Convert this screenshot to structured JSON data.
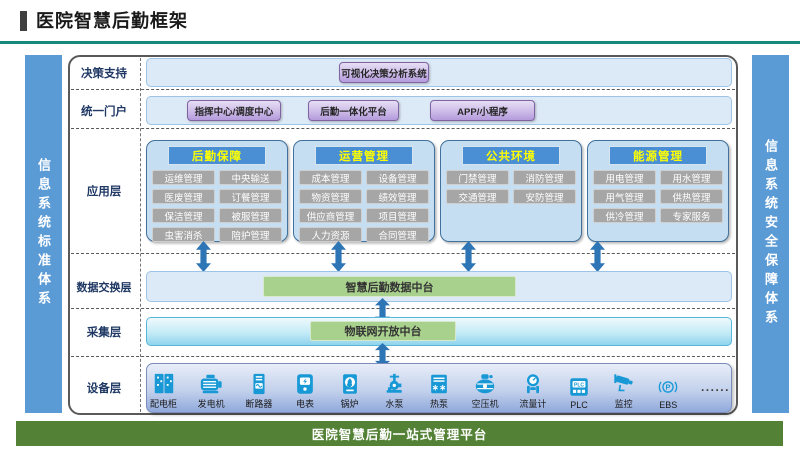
{
  "header": {
    "title": "医院智慧后勤框架"
  },
  "left_bar": {
    "text": "信息系统标准体系"
  },
  "right_bar": {
    "text": "信息系统安全保障体系"
  },
  "footer": {
    "text": "医院智慧后勤一站式管理平台"
  },
  "layers": {
    "decision": {
      "label": "决策支持",
      "button": "可视化决策分析系统"
    },
    "portal": {
      "label": "统一门户",
      "buttons": [
        "指挥中心/调度中心",
        "后勤一体化平台",
        "APP/小程序"
      ]
    },
    "application": {
      "label": "应用层",
      "groups": [
        {
          "title": "后勤保障",
          "items": [
            "运维管理",
            "中央输送",
            "医废管理",
            "订餐管理",
            "保洁管理",
            "被服管理",
            "虫害消杀",
            "陪护管理"
          ]
        },
        {
          "title": "运营管理",
          "items": [
            "成本管理",
            "设备管理",
            "物资管理",
            "绩效管理",
            "供应商管理",
            "项目管理",
            "人力资源",
            "合同管理"
          ]
        },
        {
          "title": "公共环境",
          "items": [
            "门禁管理",
            "消防管理",
            "交通管理",
            "安防管理"
          ]
        },
        {
          "title": "能源管理",
          "items": [
            "用电管理",
            "用水管理",
            "用气管理",
            "供热管理",
            "供冷管理",
            "专家服务"
          ]
        }
      ]
    },
    "data_exchange": {
      "label": "数据交换层",
      "platform": "智慧后勤数据中台"
    },
    "collection": {
      "label": "采集层",
      "platform": "物联网开放中台"
    },
    "device": {
      "label": "设备层",
      "devices": [
        {
          "label": "配电柜",
          "icon": "power-cabinet-icon"
        },
        {
          "label": "发电机",
          "icon": "generator-icon"
        },
        {
          "label": "断路器",
          "icon": "circuit-breaker-icon"
        },
        {
          "label": "电表",
          "icon": "electric-meter-icon"
        },
        {
          "label": "锅炉",
          "icon": "boiler-icon"
        },
        {
          "label": "水泵",
          "icon": "water-pump-icon"
        },
        {
          "label": "热泵",
          "icon": "heat-pump-icon"
        },
        {
          "label": "空压机",
          "icon": "air-compressor-icon"
        },
        {
          "label": "流量计",
          "icon": "flow-meter-icon"
        },
        {
          "label": "PLC",
          "icon": "plc-icon"
        },
        {
          "label": "监控",
          "icon": "cctv-icon"
        },
        {
          "label": "EBS",
          "icon": "ebs-icon"
        }
      ],
      "more": "......"
    }
  },
  "colors": {
    "side_bar_blue": "#5B9BD5",
    "accent_teal": "#17897C",
    "arrow_blue": "#2E75B6",
    "group_header_bg": "#4A8FD3",
    "group_header_text": "#FFFF00",
    "group_item_gray": "#A6A6A6",
    "purple_button": "#B49BDC",
    "green_button": "#A9D18E",
    "footer_green": "#538135",
    "device_icon_blue": "#1899D6"
  }
}
